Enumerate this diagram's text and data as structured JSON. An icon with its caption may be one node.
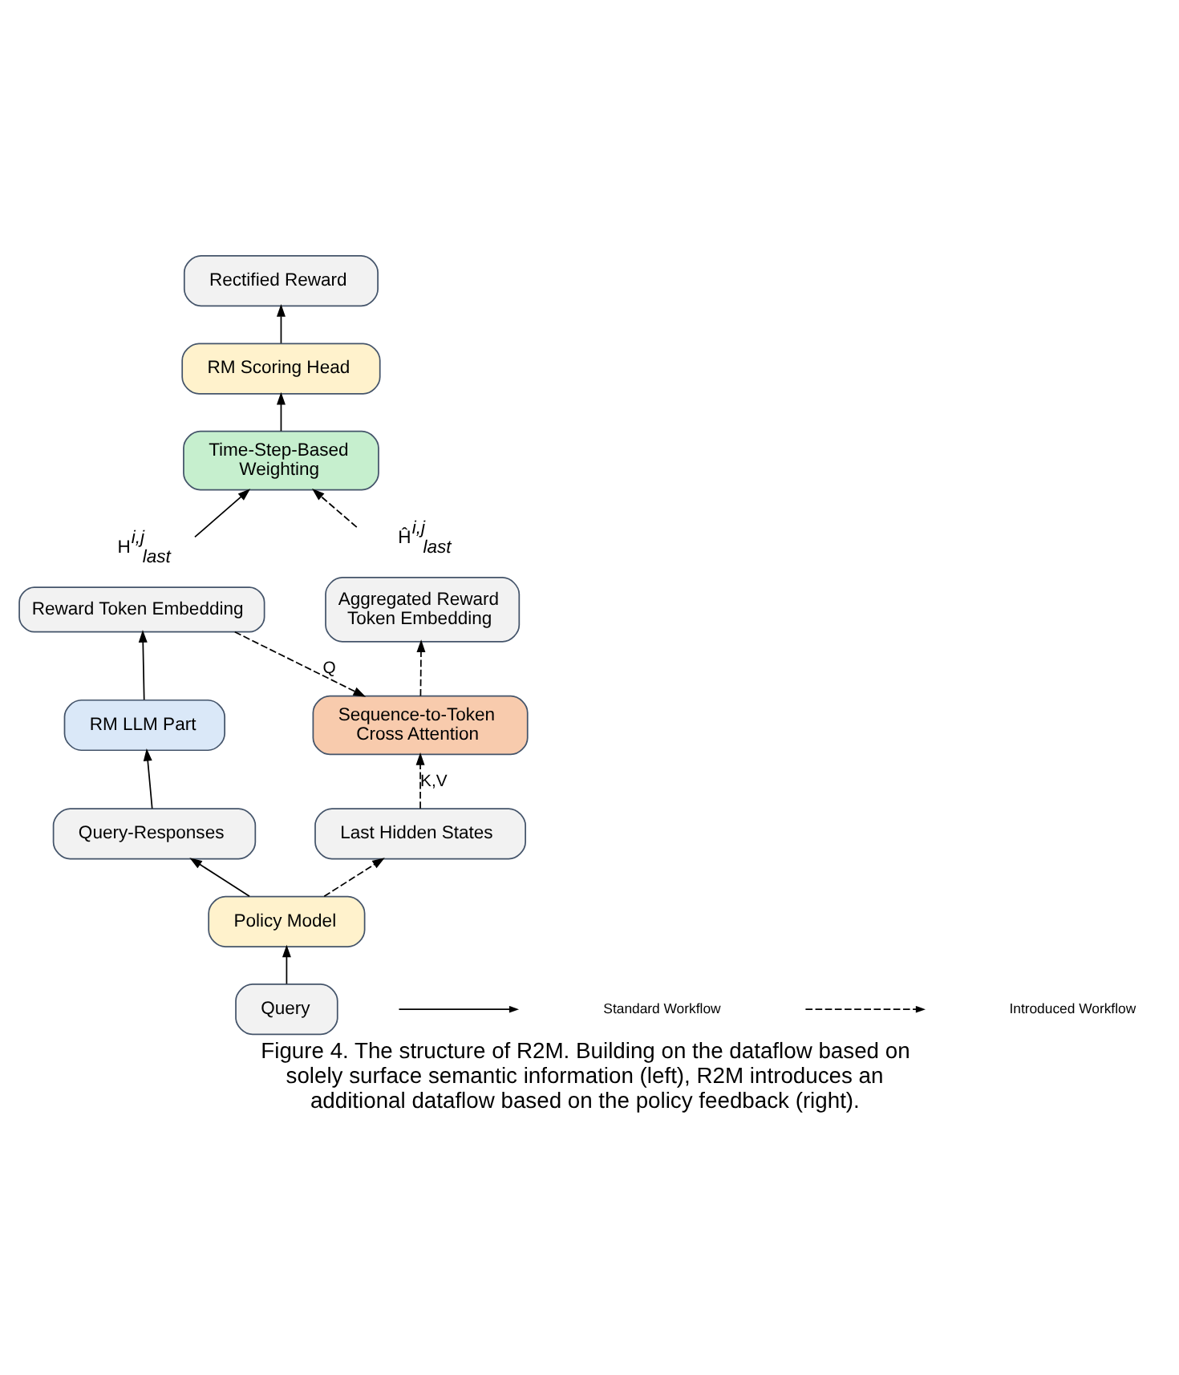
{
  "diagram": {
    "caption": "Figure 4. The structure of R2M. Building on the dataflow based on solely surface semantic information (left), R2M introduces an additional dataflow based on the policy feedback (right).",
    "nodes": [
      {
        "text": [
          "Rectified Reward"
        ]
      },
      {
        "text": [
          "RM Scoring Head"
        ]
      },
      {
        "text": [
          "Time-Step-Based Weighting"
        ]
      },
      {
        "text": [
          "Reward Token Embedding"
        ],
        "beside": [
          "H$^{i,j}$$_{last}$"
        ]
      },
      {
        "text": [
          "Aggregated Reward Token Embedding"
        ],
        "beside": [
          "Ĥ$^{i,j}$$_{last}$"
        ]
      },
      {
        "text": [
          "RM LLM Part"
        ]
      },
      {
        "text": [
          "Sequence-to-Token Cross Attention"
        ]
      },
      {
        "text": [
          "Query-Responses"
        ]
      },
      {
        "text": [
          "Last Hidden States"
        ]
      },
      {
        "text": [
          "Policy Model"
        ]
      },
      {
        "text": [
          "Query"
        ]
      }
    ],
    "edges": [
      {
        "from": 10,
        "to": 9,
        "arrow": "to"
      },
      {
        "from": 9,
        "to": 7,
        "arrow": "to"
      },
      {
        "from": 9,
        "to": 8,
        "arrow": "to",
        "style": "dashed"
      },
      {
        "from": 7,
        "to": 5,
        "arrow": "to"
      },
      {
        "from": 8,
        "to": 6,
        "arrow": "to",
        "style": "dashed",
        "label": "K,V"
      },
      {
        "from": 5,
        "to": 3,
        "arrow": "to"
      },
      {
        "from": 3,
        "to": 6,
        "arrow": "to",
        "style": "dashed",
        "label": "Q"
      },
      {
        "from": 6,
        "to": 4,
        "arrow": "to",
        "style": "dashed"
      },
      {
        "from": 3,
        "to": 2,
        "arrow": "to"
      },
      {
        "from": 4,
        "to": 2,
        "arrow": "to",
        "style": "dashed"
      },
      {
        "from": 2,
        "to": 1,
        "arrow": "to"
      },
      {
        "from": 1,
        "to": 0,
        "arrow": "to"
      }
    ],
    "legend": [
      {
        "text": "Standard Workflow"
      },
      {
        "text": "Introduced Workflow"
      }
    ]
  }
}
